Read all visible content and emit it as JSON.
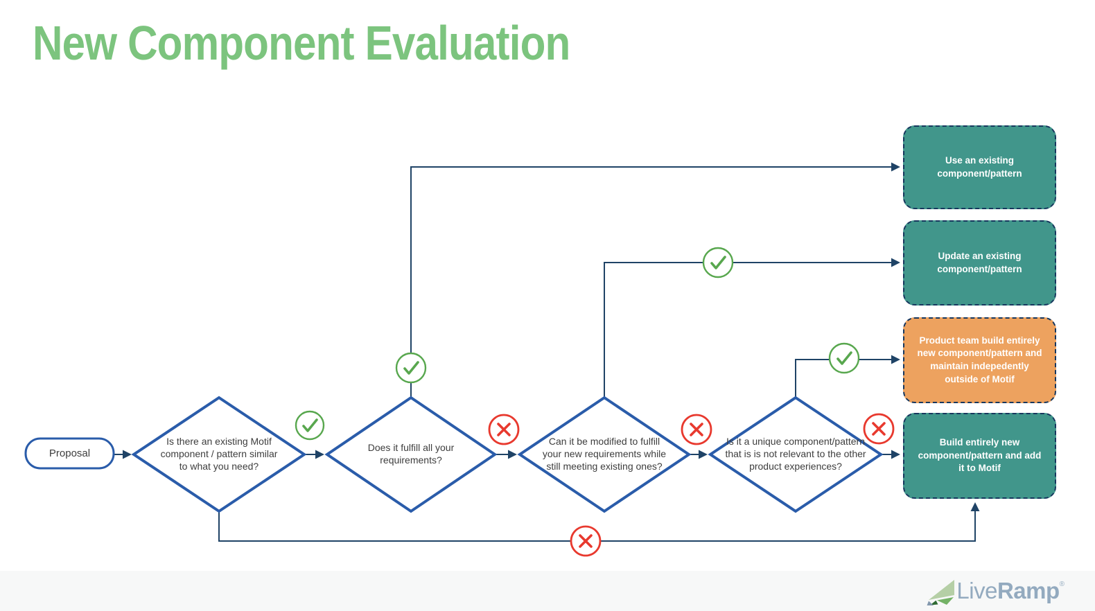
{
  "title": "New Component Evaluation",
  "colors": {
    "title_green": "#7cc47e",
    "diamond_blue": "#2a5caa",
    "connector_navy": "#1f4366",
    "teal": "#41968b",
    "orange": "#eda25f",
    "check_green": "#58a74e",
    "cross_red": "#e8392e",
    "border_navy": "#17375e",
    "logo_blue": "#93aabf",
    "footer_bg": "#f7f8f8",
    "text_dark": "#3d3d3d"
  },
  "flowchart": {
    "start": {
      "label": "Proposal"
    },
    "decisions": [
      {
        "label": "Is there an existing Motif component / pattern similar to what you need?"
      },
      {
        "label": "Does it fulfill all your requirements?"
      },
      {
        "label": "Can it be modified to fulfill your new requirements while still meeting existing ones?"
      },
      {
        "label": "Is it a unique component/pattern that is is not relevant to the other product experiences?"
      }
    ],
    "outcomes": [
      {
        "label": "Use an existing component/pattern",
        "variant": "teal"
      },
      {
        "label": "Update an existing component/pattern",
        "variant": "teal"
      },
      {
        "label": "Product team build entirely new component/pattern and maintain indepedently outside of Motif",
        "variant": "orange"
      },
      {
        "label": "Build entirely new component/pattern and add it to Motif",
        "variant": "teal"
      }
    ],
    "icons": {
      "approve": "check-circle",
      "reject": "cross-circle"
    }
  },
  "footer": {
    "logo": {
      "part1": "Live",
      "part2": "Ramp",
      "registered": "®"
    }
  }
}
